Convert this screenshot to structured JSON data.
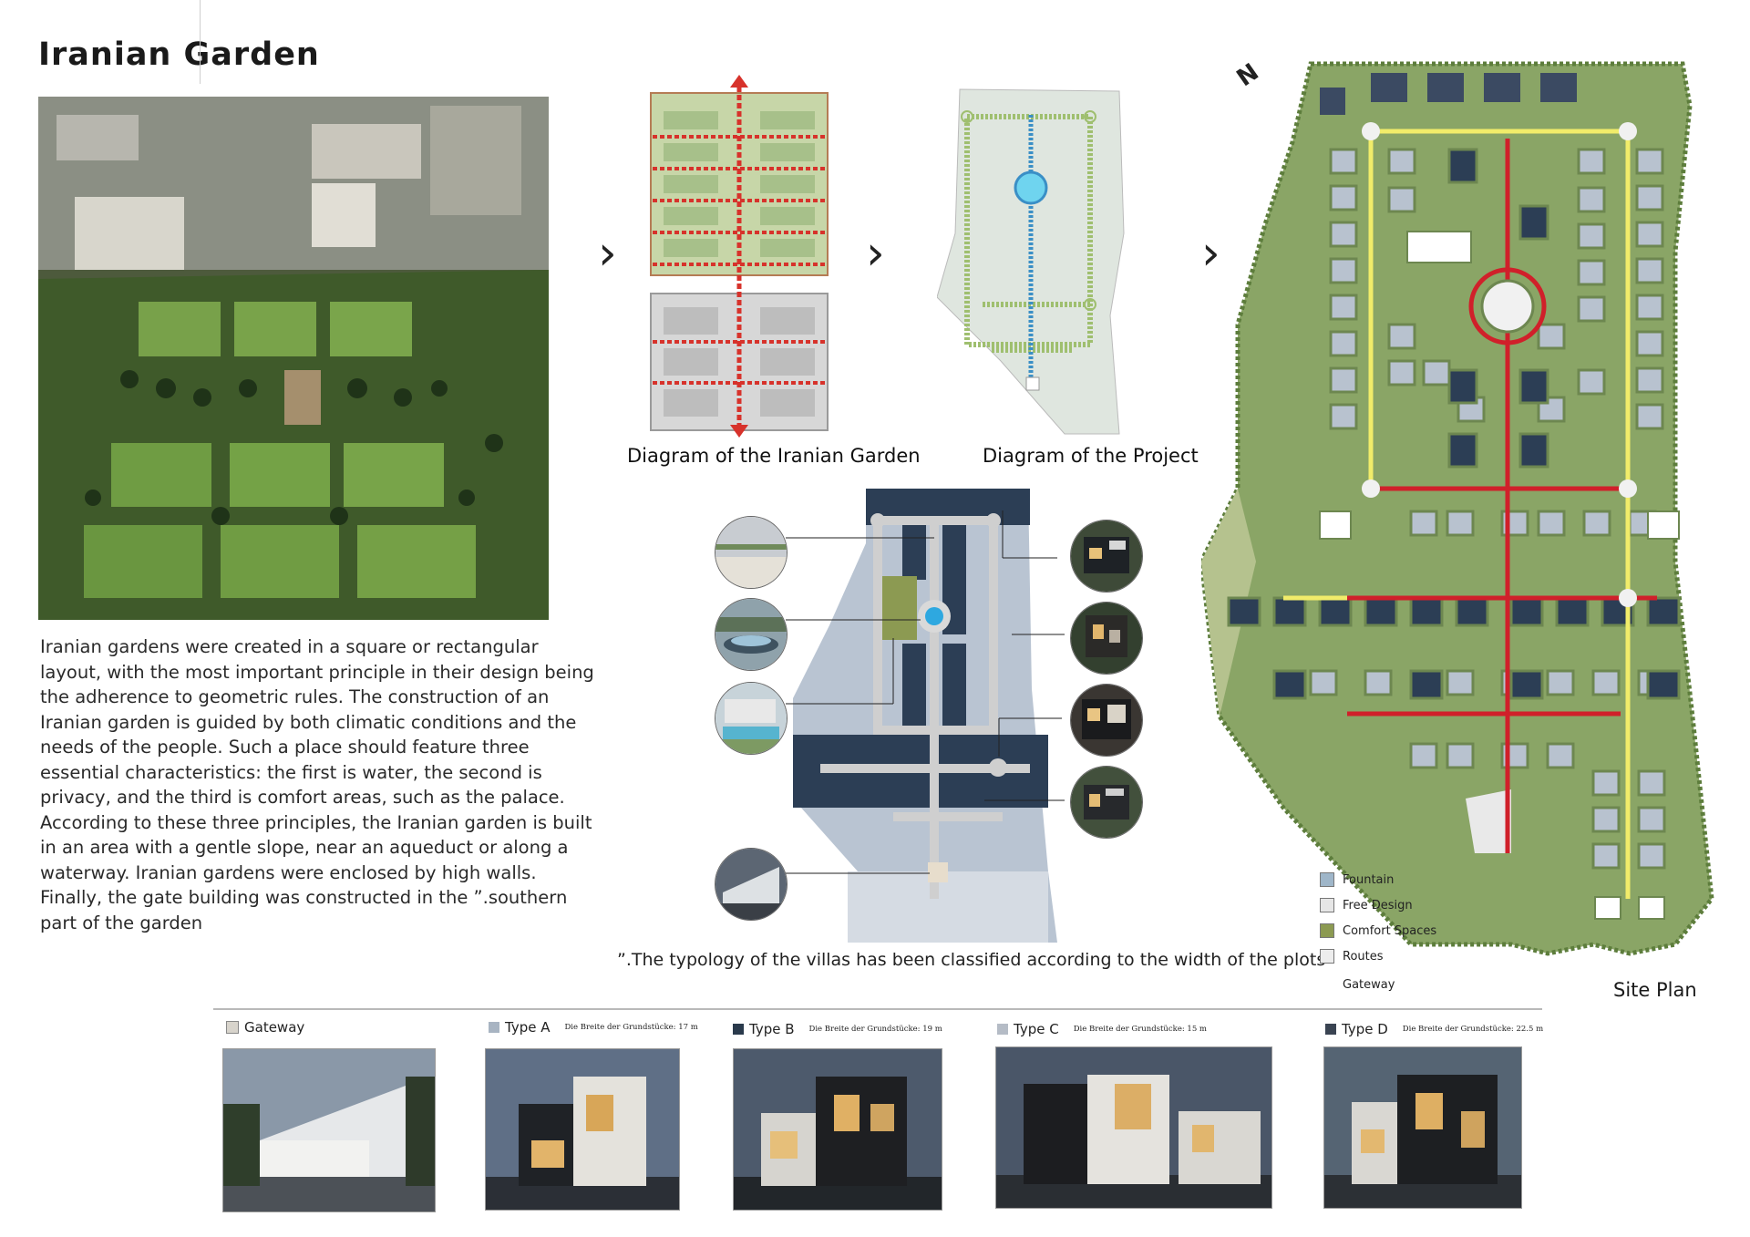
{
  "title": "Iranian Garden",
  "description": "Iranian gardens were created in a square or rectangular layout, with the most important principle in their design being the adherence to geometric rules. The construction of an Iranian garden is guided by both climatic conditions and the needs of the people. Such a place should feature three essential characteristics: the first is water, the second is privacy, and the third is comfort areas, such as the palace. According to these three principles, the Iranian garden is built in an area with a gentle slope, near an aqueduct or along a waterway. Iranian gardens were enclosed by high walls. Finally, the gate building was constructed in the ”.southern part of the garden",
  "diagrams": {
    "garden_caption": "Diagram of the Iranian Garden",
    "project_caption": "Diagram of the Project",
    "arrow_glyph": "›"
  },
  "typology_note": "”.The typology of the villas has been classified according to the width of the plots”",
  "site_plan": {
    "label": "Site Plan",
    "north_mark": "N"
  },
  "legend": [
    {
      "label": "Fountain",
      "color": "#9fb6c9"
    },
    {
      "label": "Free Design",
      "color": "#e6e6e6"
    },
    {
      "label": "Comfort Spaces",
      "color": "#8c9a52"
    },
    {
      "label": "Routes",
      "color": "#ededed"
    },
    {
      "label": "Gateway",
      "color": ""
    }
  ],
  "types": [
    {
      "label": "Gateway",
      "color": "#d8d4cc",
      "note": ""
    },
    {
      "label": "Type A",
      "color": "#a8b4c2",
      "note": "Die Breite der Grundstücke: 17 m"
    },
    {
      "label": "Type B",
      "color": "#2a3a4c",
      "note": "Die Breite der Grundstücke: 19 m"
    },
    {
      "label": "Type C",
      "color": "#b5bcc6",
      "note": "Die Breite der Grundstücke: 15 m"
    },
    {
      "label": "Type D",
      "color": "#3a4452",
      "note": "Die Breite der Grundstücke: 22.5 m"
    }
  ],
  "colors": {
    "garden_green": "#7f9a5a",
    "route_red": "#d0202a",
    "route_yellow": "#f1ec6a",
    "water_blue": "#3aa7d8",
    "plot_dark": "#2c3e55",
    "plot_light": "#b8c2cf"
  }
}
